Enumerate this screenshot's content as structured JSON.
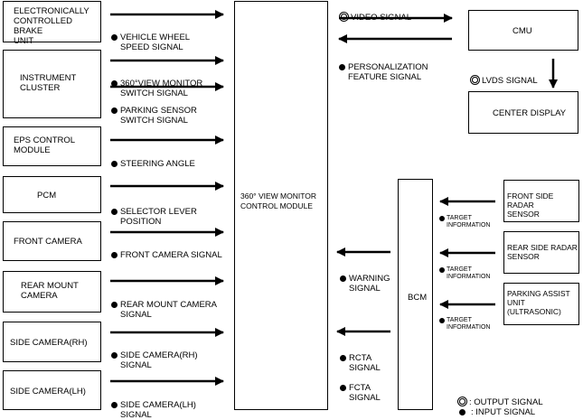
{
  "left_modules": [
    {
      "id": "ebcu",
      "label": "ELECTRONICALLY\nCONTROLLED BRAKE\nUNIT"
    },
    {
      "id": "ic",
      "label": "INSTRUMENT\nCLUSTER"
    },
    {
      "id": "eps",
      "label": "EPS CONTROL\nMODULE"
    },
    {
      "id": "pcm",
      "label": "PCM"
    },
    {
      "id": "front_cam",
      "label": "FRONT CAMERA"
    },
    {
      "id": "rear_cam",
      "label": "REAR MOUNT\nCAMERA"
    },
    {
      "id": "side_rh",
      "label": "SIDE CAMERA(RH)"
    },
    {
      "id": "side_lh",
      "label": "SIDE CAMERA(LH)"
    }
  ],
  "left_signals": [
    "VEHICLE WHEEL\nSPEED SIGNAL",
    "360°VIEW MONITOR\nSWITCH SIGNAL",
    "PARKING SENSOR\nSWITCH SIGNAL",
    "STEERING ANGLE",
    "SELECTOR LEVER\nPOSITION",
    "FRONT CAMERA SIGNAL",
    "REAR MOUNT CAMERA\nSIGNAL",
    "SIDE CAMERA(RH)\nSIGNAL",
    "SIDE CAMERA(LH)\nSIGNAL"
  ],
  "control_module": "360° VIEW MONITOR\nCONTROL MODULE",
  "cmu": "CMU",
  "center_display": "CENTER DISPLAY",
  "video_signal": "VIDEO SIGNAL",
  "personalization": "PERSONALIZATION\nFEATURE SIGNAL",
  "lvds_signal": "LVDS SIGNAL",
  "bcm": "BCM",
  "radar_modules": [
    "FRONT SIDE RADAR\nSENSOR",
    "REAR SIDE RADAR\nSENSOR",
    "PARKING ASSIST\nUNIT\n(ULTRASONIC)"
  ],
  "target_info": "TARGET\nINFORMATION",
  "warning_signal": "WARNING\nSIGNAL",
  "rcta_signal": "RCTA\nSIGNAL",
  "fcta_signal": "FCTA\nSIGNAL",
  "legend": {
    "output": ": OUTPUT SIGNAL",
    "input": ": INPUT SIGNAL"
  }
}
